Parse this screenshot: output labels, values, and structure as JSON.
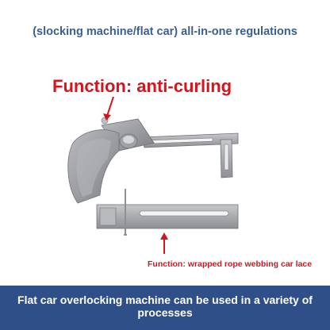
{
  "header": {
    "title": "(slocking machine/flat car) all-in-one regulations"
  },
  "callouts": {
    "primary": "Function: anti-curling",
    "secondary": "Function: wrapped rope webbing car lace"
  },
  "banner": {
    "text": "Flat car overlocking machine can be used in a variety of processes"
  },
  "colors": {
    "title": "#3a5f91",
    "callout": "#d5151d",
    "banner_bg": "#2f4f89",
    "banner_text": "#ffffff",
    "metal": "#a9abaf"
  },
  "icons": [
    "arrow-down-icon",
    "arrow-up-icon"
  ]
}
